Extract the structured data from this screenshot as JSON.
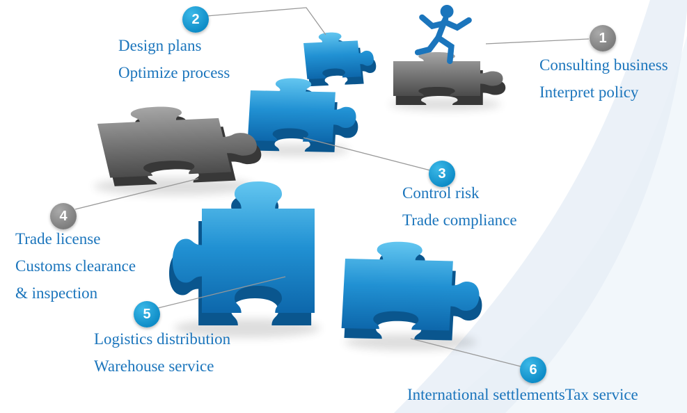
{
  "diagram": {
    "steps": [
      {
        "number": "1",
        "label_lines": [
          "Consulting business",
          "Interpret policy"
        ],
        "badge_color": "#8f8f8f",
        "piece_color": "gray"
      },
      {
        "number": "2",
        "label_lines": [
          "Design plans",
          "Optimize process"
        ],
        "badge_color": "#18a0d6",
        "piece_color": "blue"
      },
      {
        "number": "3",
        "label_lines": [
          "Control risk",
          "Trade compliance"
        ],
        "badge_color": "#18a0d6",
        "piece_color": "blue"
      },
      {
        "number": "4",
        "label_lines": [
          "Trade license",
          "Customs clearance",
          "& inspection"
        ],
        "badge_color": "#8f8f8f",
        "piece_color": "gray"
      },
      {
        "number": "5",
        "label_lines": [
          "Logistics distribution",
          "Warehouse service"
        ],
        "badge_color": "#18a0d6",
        "piece_color": "blue"
      },
      {
        "number": "6",
        "label_lines": [
          "International settlementsTax service"
        ],
        "badge_color": "#18a0d6",
        "piece_color": "blue"
      }
    ],
    "colors": {
      "label_text": "#1b75bc",
      "blue_piece": "#2191d3",
      "gray_piece": "#777777",
      "connector_line": "#999999",
      "background_swoosh": "#e6eef6"
    },
    "icons": [
      {
        "name": "running-person-icon",
        "color": "#1b75bc"
      }
    ]
  }
}
